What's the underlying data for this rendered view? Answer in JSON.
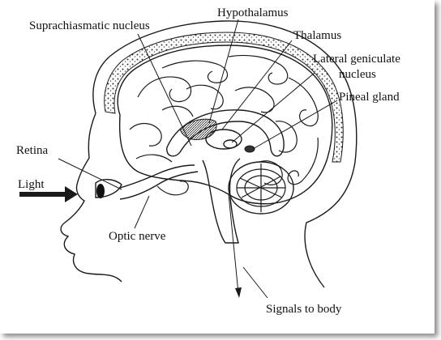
{
  "labels": {
    "suprachiasmatic": "Suprachiasmatic nucleus",
    "hypothalamus": "Hypothalamus",
    "thalamus": "Thalamus",
    "lgn_line1": "Lateral geniculate",
    "lgn_line2": "nucleus",
    "pineal": "Pineal gland",
    "retina": "Retina",
    "light": "Light",
    "optic_nerve": "Optic nerve",
    "signals": "Signals to body"
  },
  "colors": {
    "ink": "#1a1a1a",
    "skull_speckle": "#555555",
    "frame_shadow": "#7a7a7a"
  }
}
